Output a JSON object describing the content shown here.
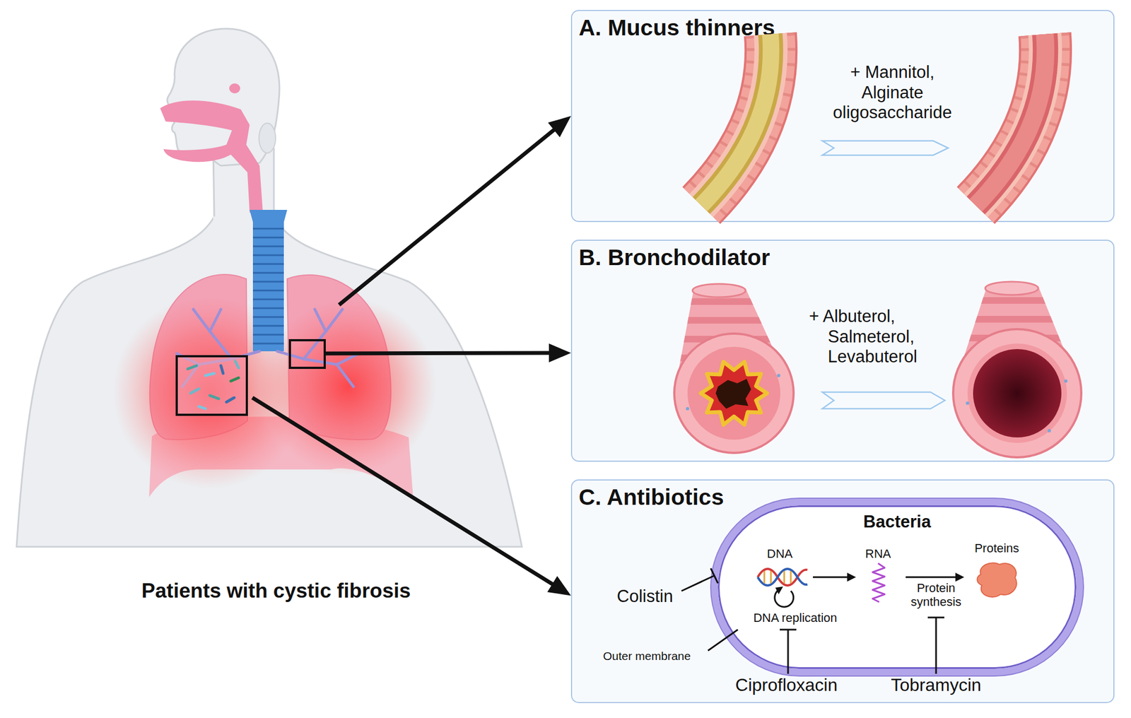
{
  "diagram": {
    "nodes": [
      {
        "text": [
          "Patients with cystic fibrosis"
        ]
      },
      {
        "text": [
          "A. Mucus thinners",
          "+ Mannitol, Alginate oligosaccharide"
        ]
      },
      {
        "text": [
          "B. Bronchodilator",
          "+ Albuterol, Salmeterol, Levabuterol"
        ]
      },
      {
        "text": [
          "C. Antibiotics"
        ]
      },
      {
        "text": [
          "Bacteria"
        ],
        "in": 3
      }
    ],
    "edges": [
      {
        "from": 0,
        "to": 1,
        "arrow": "to"
      },
      {
        "from": 0,
        "to": 2,
        "arrow": "to"
      },
      {
        "from": 0,
        "to": 3,
        "arrow": "to"
      }
    ],
    "labels": [
      "DNA",
      "RNA",
      "Proteins",
      "DNA replication",
      "Protein synthesis",
      "Colistin",
      "Outer membrane",
      "Ciprofloxacin",
      "Tobramycin"
    ]
  }
}
